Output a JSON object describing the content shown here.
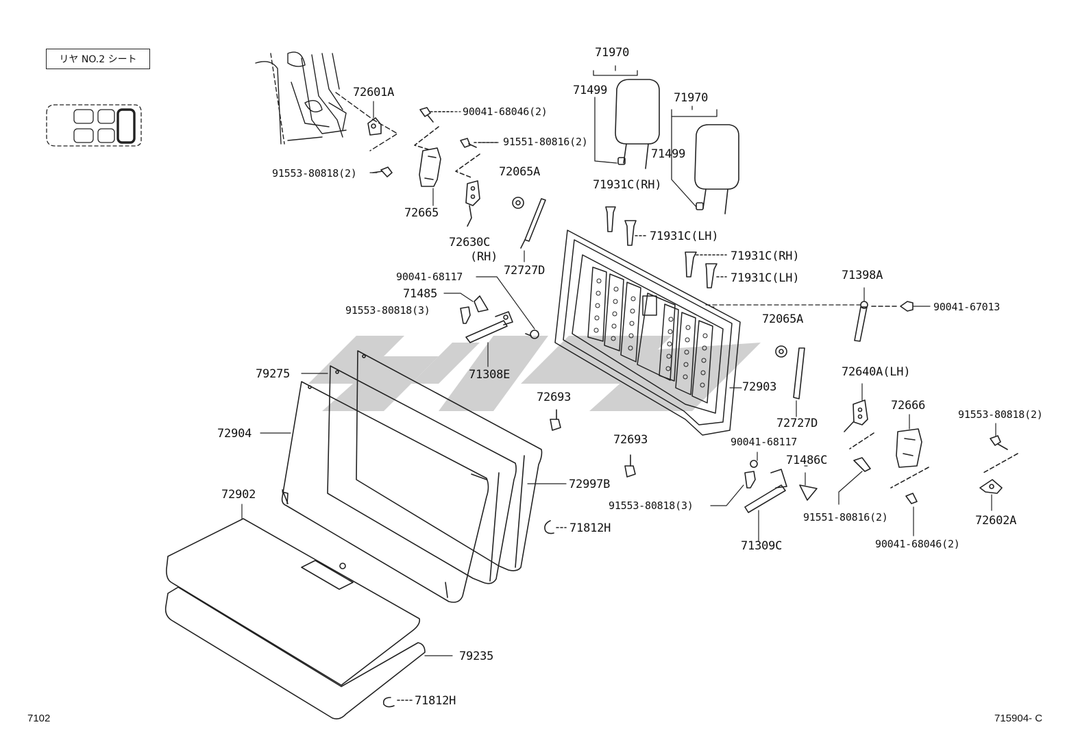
{
  "header": {
    "section_title": "リヤ NO.2 シート"
  },
  "footer": {
    "page_code": "7102",
    "diagram_code": "715904- C"
  },
  "watermark": {
    "color": "#c8c8c8"
  },
  "labels": {
    "p72601A": "72601A",
    "p90041_68046_a": "90041-68046(2)",
    "p91551_80816_a": "91551-80816(2)",
    "p91553_80818_a": "91553-80818(2)",
    "p72665": "72665",
    "p72630C": "72630C",
    "p72630C_side": "(RH)",
    "p72065A_a": "72065A",
    "p72727D_a": "72727D",
    "p71970_a": "71970",
    "p71499_a": "71499",
    "p71970_b": "71970",
    "p71499_b": "71499",
    "p71931C_rh_a": "71931C(RH)",
    "p71931C_lh_a": "71931C(LH)",
    "p71931C_rh_b": "71931C(RH)",
    "p71931C_lh_b": "71931C(LH)",
    "p71398A": "71398A",
    "p90041_67013": "90041-67013",
    "p90041_68117_a": "90041-68117",
    "p71485": "71485",
    "p91553_80818_b": "91553-80818(3)",
    "p71308E": "71308E",
    "p72065A_b": "72065A",
    "p72903": "72903",
    "p72727D_b": "72727D",
    "p72640A": "72640A(LH)",
    "p72666": "72666",
    "p91553_80818_c": "91553-80818(2)",
    "p79275": "79275",
    "p72693_a": "72693",
    "p72904": "72904",
    "p72693_b": "72693",
    "p90041_68117_b": "90041-68117",
    "p71486C": "71486C",
    "p72997B": "72997B",
    "p91553_80818_d": "91553-80818(3)",
    "p91551_80816_b": "91551-80816(2)",
    "p72602A": "72602A",
    "p72902": "72902",
    "p71812H_a": "71812H",
    "p71309C": "71309C",
    "p90041_68046_b": "90041-68046(2)",
    "p79235": "79235",
    "p71812H_b": "71812H"
  }
}
